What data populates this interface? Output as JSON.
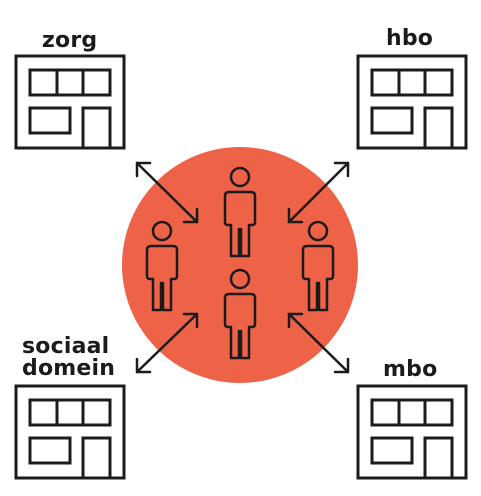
{
  "labels": {
    "top_left": "zorg",
    "top_right": "hbo",
    "bottom_left_line1": "sociaal",
    "bottom_left_line2": "domein",
    "bottom_right": "mbo"
  },
  "colors": {
    "circle": "#ee6248",
    "stroke": "#1b1b1b",
    "background": "#ffffff"
  },
  "icons": {
    "building": "building-icon",
    "person": "person-icon",
    "arrow": "double-arrow-icon"
  }
}
